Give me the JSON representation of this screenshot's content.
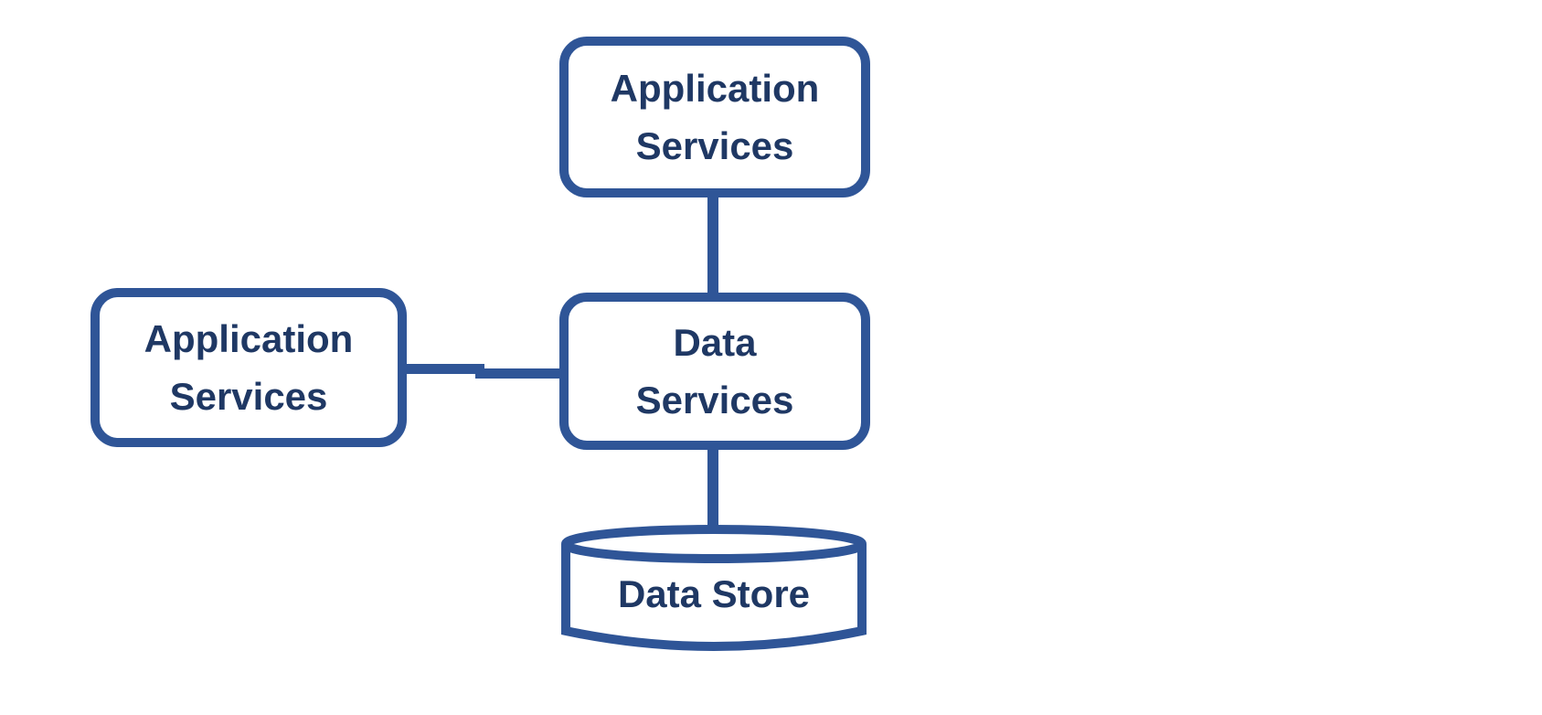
{
  "colors": {
    "shape_border": "#2F5597",
    "label_text": "#1F3864",
    "background": "#FFFFFF"
  },
  "nodes": {
    "application_services_top": {
      "line1": "Application",
      "line2": "Services"
    },
    "application_services_left": {
      "line1": "Application",
      "line2": "Services"
    },
    "data_services": {
      "line1": "Data",
      "line2": "Services"
    },
    "data_store": {
      "label": "Data Store"
    }
  },
  "connections": [
    {
      "from": "application_services_top",
      "to": "data_services",
      "orientation": "vertical"
    },
    {
      "from": "application_services_left",
      "to": "data_services",
      "orientation": "horizontal"
    },
    {
      "from": "data_services",
      "to": "data_store",
      "orientation": "vertical"
    }
  ]
}
